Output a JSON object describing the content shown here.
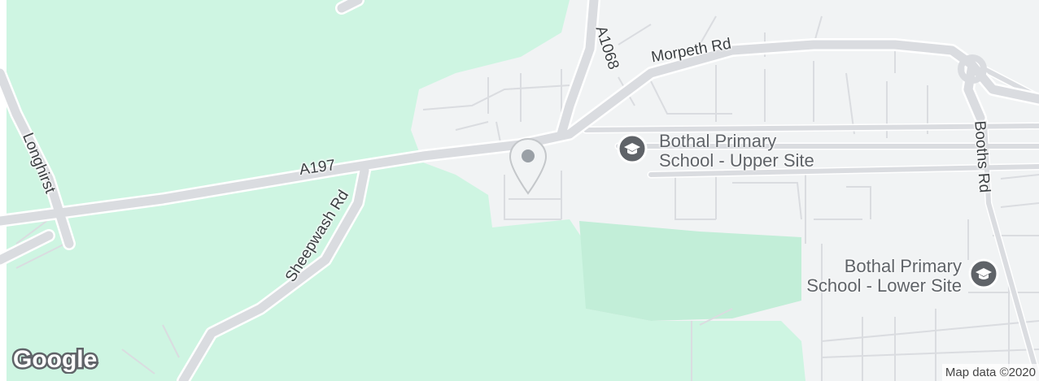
{
  "map": {
    "roads": {
      "a197": "A197",
      "morpeth_rd": "Morpeth Rd",
      "a1068": "A1068",
      "sheepwash_rd": "Sheepwash Rd",
      "longhirst": "Longhirst",
      "booths_rd": "Booths Rd"
    },
    "pois": [
      {
        "line1": "Bothal Primary",
        "line2": "School - Upper Site",
        "icon": "school-icon"
      },
      {
        "line1": "Bothal Primary",
        "line2": "School - Lower Site",
        "icon": "school-icon"
      }
    ],
    "attribution": "Map data ©2020",
    "logo": "Google",
    "colors": {
      "park": "#cef5e2",
      "urban": "#f1f3f4",
      "road": "#dadce0",
      "road_casing": "#ffffff",
      "poi": "#5f6368",
      "pin": "#9aa0a6"
    }
  }
}
